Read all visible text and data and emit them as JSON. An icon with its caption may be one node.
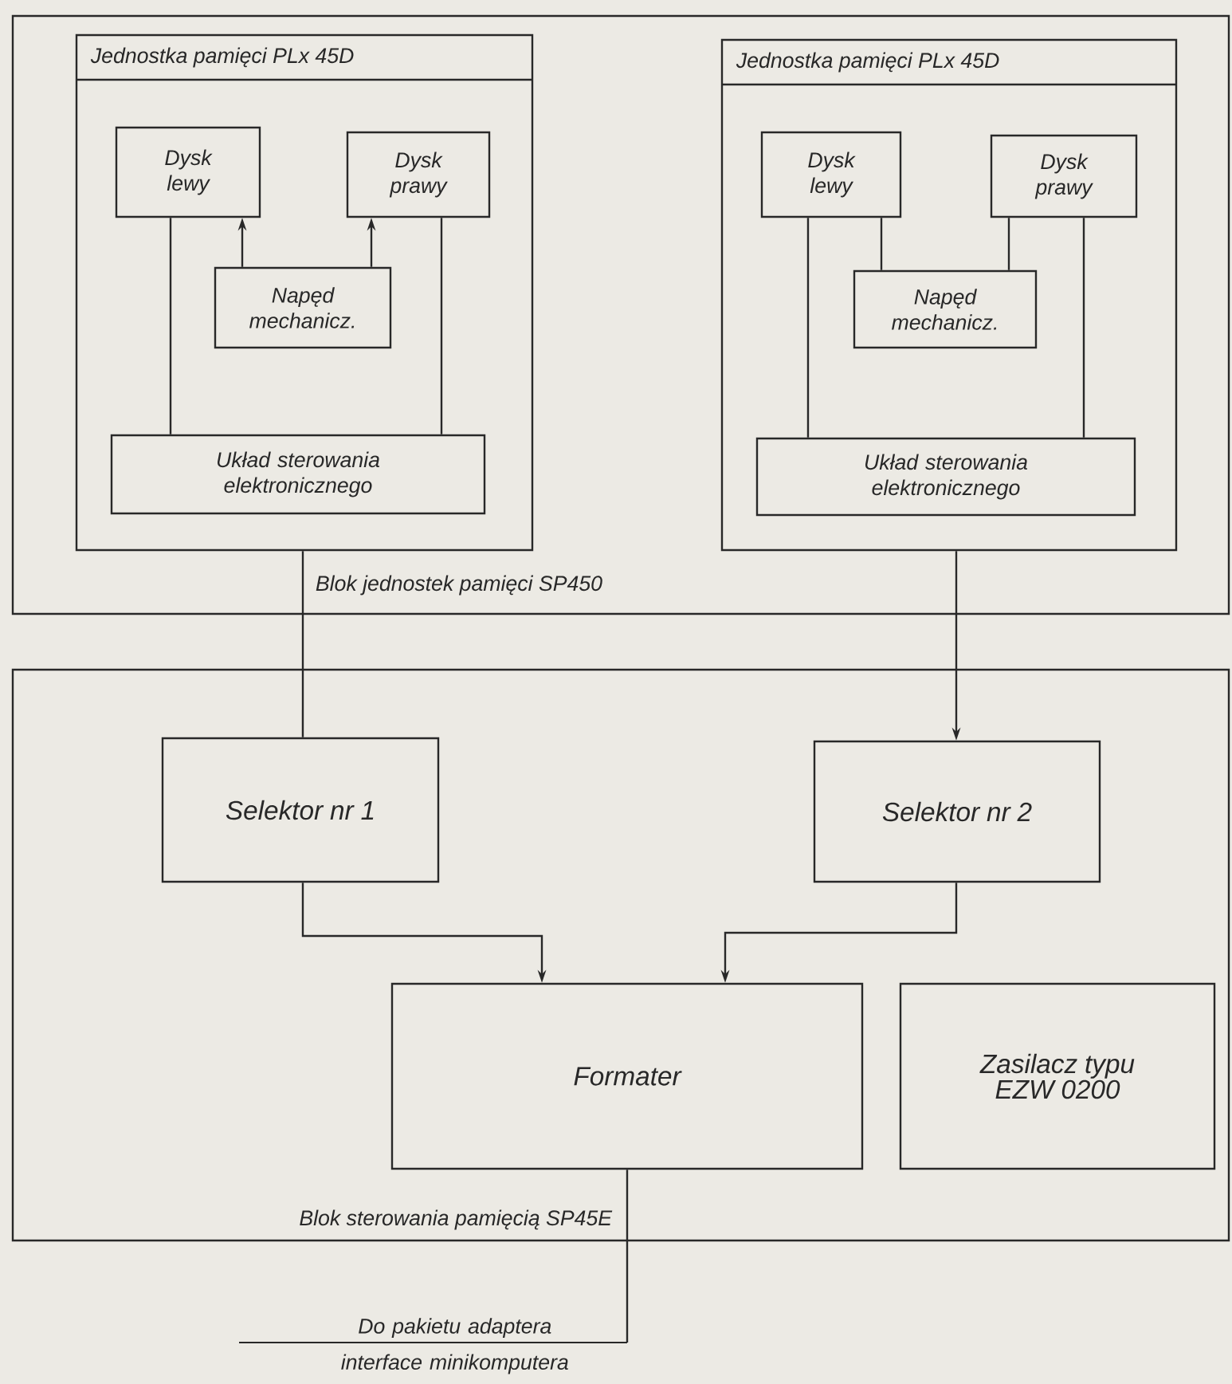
{
  "diagram": {
    "nodes": [
      {
        "text": [
          "Blok jednostek pamięci SP450"
        ]
      },
      {
        "text": [
          "Jednostka pamięci PLx 45D"
        ],
        "in": 0
      },
      {
        "text": [
          "Dysk lewy"
        ],
        "in": 1
      },
      {
        "text": [
          "Dysk prawy"
        ],
        "in": 1
      },
      {
        "text": [
          "Napęd mechanicz."
        ],
        "in": 1
      },
      {
        "text": [
          "Układ sterowania elektronicznego"
        ],
        "in": 1
      },
      {
        "text": [
          "Jednostka pamięci PLx 45D"
        ],
        "in": 0
      },
      {
        "text": [
          "Dysk lewy"
        ],
        "in": 6
      },
      {
        "text": [
          "Dysk prawy"
        ],
        "in": 6
      },
      {
        "text": [
          "Napęd mechanicz."
        ],
        "in": 6
      },
      {
        "text": [
          "Układ sterowania elektronicznego"
        ],
        "in": 6
      },
      {
        "text": [
          "Blok sterowania pamięcią SP45E"
        ]
      },
      {
        "text": [
          "Selektor nr 1"
        ],
        "in": 11
      },
      {
        "text": [
          "Selektor nr 2"
        ],
        "in": 11
      },
      {
        "text": [
          "Formater"
        ],
        "in": 11
      },
      {
        "text": [
          "Zasilacz typu EZW 0200"
        ],
        "in": 11
      },
      {
        "text": [
          "Do pakietu adaptera interface minikomputera"
        ]
      }
    ],
    "edges": [
      {
        "from": 4,
        "to": 2,
        "arrow": "to"
      },
      {
        "from": 4,
        "to": 3,
        "arrow": "to"
      },
      {
        "from": 2,
        "to": 5,
        "arrow": "none"
      },
      {
        "from": 3,
        "to": 5,
        "arrow": "none"
      },
      {
        "from": 9,
        "to": 7,
        "arrow": "none"
      },
      {
        "from": 9,
        "to": 8,
        "arrow": "none"
      },
      {
        "from": 7,
        "to": 10,
        "arrow": "none"
      },
      {
        "from": 8,
        "to": 10,
        "arrow": "none"
      },
      {
        "from": 1,
        "to": 12,
        "arrow": "none"
      },
      {
        "from": 6,
        "to": 13,
        "arrow": "to"
      },
      {
        "from": 12,
        "to": 14,
        "arrow": "to"
      },
      {
        "from": 13,
        "to": 14,
        "arrow": "to"
      },
      {
        "from": 14,
        "to": 16,
        "arrow": "none"
      }
    ]
  }
}
